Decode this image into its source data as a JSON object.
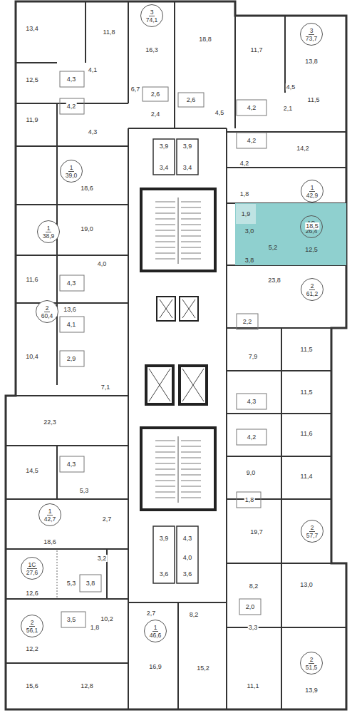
{
  "diagram": {
    "nodes": [
      {
        "text": [
          "3",
          "74,1"
        ]
      },
      {
        "text": [
          "3",
          "73,7"
        ]
      },
      {
        "text": [
          "1",
          "39,0"
        ]
      },
      {
        "text": [
          "1",
          "42,9"
        ]
      },
      {
        "text": [
          "1",
          "38,9"
        ]
      },
      {
        "text": [
          "3,0",
          "3,8",
          "5,2",
          "12,5"
        ]
      },
      {
        "text": [
          "1,9"
        ],
        "in": 5
      },
      {
        "text": [
          "1С",
          "26,4"
        ],
        "in": 5
      },
      {
        "text": [
          "2",
          "60,4"
        ]
      },
      {
        "text": [
          "2",
          "61,2"
        ]
      },
      {
        "text": [
          "1",
          "42,7"
        ]
      },
      {
        "text": [
          "2",
          "57,7"
        ]
      },
      {
        "text": [
          "1С",
          "27,6"
        ]
      },
      {
        "text": [
          "2",
          "56,1"
        ]
      },
      {
        "text": [
          "2",
          "51,5"
        ]
      },
      {
        "text": [
          "1",
          "46,6"
        ]
      }
    ],
    "labels": [
      "13,4",
      "11,8",
      "16,3",
      "18,8",
      "4,1",
      "12,5",
      "4,3",
      "4,2",
      "2,6",
      "2,4",
      "2,6",
      "6,7",
      "4,5",
      "11,9",
      "4,3",
      "18,6",
      "3,9",
      "3,9",
      "3,4",
      "3,4",
      "19,0",
      "4,0",
      "11,6",
      "4,3",
      "13,6",
      "4,1",
      "2,9",
      "10,4",
      "7,1",
      "22,3",
      "14,5",
      "4,3",
      "5,3",
      "18,6",
      "2,7",
      "3,2",
      "5,3",
      "3,8",
      "12,6",
      "10,2",
      "3,5",
      "1,8",
      "12,2",
      "15,6",
      "12,8",
      "16,9",
      "2,7",
      "8,2",
      "15,2",
      "3,9",
      "4,3",
      "4,0",
      "3,6",
      "3,6",
      "11,7",
      "13,8",
      "4,5",
      "4,2",
      "2,1",
      "11,5",
      "4,2",
      "4,2",
      "14,2",
      "1,8",
      "18,5",
      "23,8",
      "2,2",
      "11,5",
      "7,9",
      "11,5",
      "4,3",
      "4,2",
      "11,6",
      "9,0",
      "11,4",
      "1,8",
      "19,7",
      "8,2",
      "13,0",
      "2,0",
      "3,3",
      "11,1",
      "13,9"
    ]
  }
}
